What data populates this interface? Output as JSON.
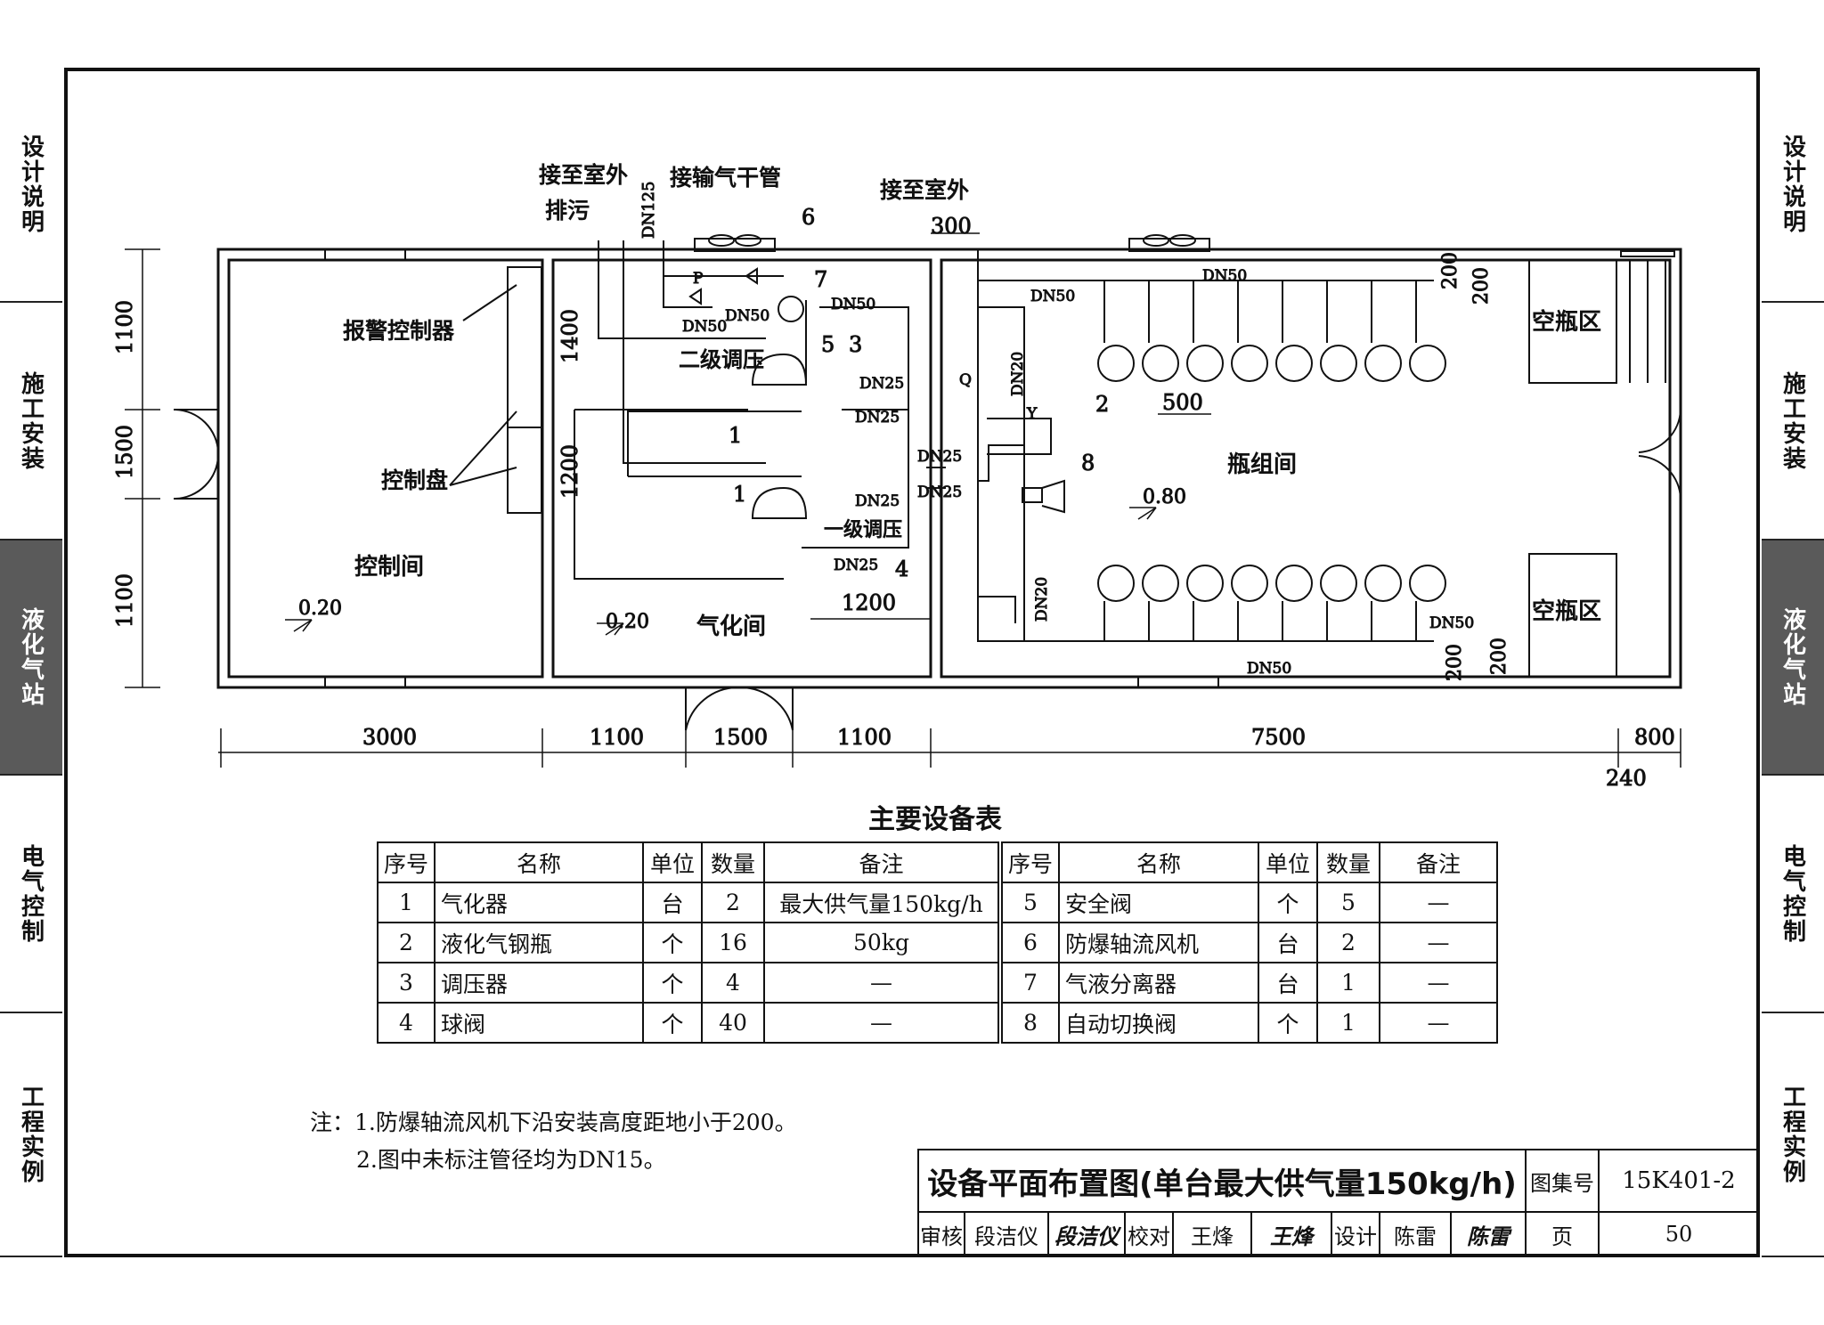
{
  "side_tabs": [
    "设计说明",
    "施工安装",
    "液化气站",
    "电气控制",
    "工程实例"
  ],
  "active_tab": "液化气站",
  "plan": {
    "rooms": {
      "control": "控制间",
      "vaporizer": "气化间",
      "cylinder": "瓶组间",
      "empty_top": "空瓶区",
      "empty_bottom": "空瓶区"
    },
    "levels": {
      "control": "0.20",
      "vaporizer": "0.20",
      "cylinder": "0.80"
    },
    "labels": {
      "to_outdoor_1": "接至室外",
      "sewage": "排污",
      "to_main": "接输气干管",
      "to_outdoor_2": "接至室外",
      "alarm_ctrl": "报警控制器",
      "ctrl_panel": "控制盘",
      "regulator2": "二级调压",
      "regulator1": "一级调压",
      "dn125": "DN125",
      "dn50": "DN50",
      "dn25": "DN25",
      "dn20": "DN20",
      "p": "P",
      "q": "Q",
      "y": "Y"
    },
    "callouts": [
      "1",
      "1",
      "2",
      "3",
      "4",
      "5",
      "6",
      "7",
      "8"
    ],
    "dims_bottom": [
      "3000",
      "1100",
      "1500",
      "1100",
      "7500",
      "800"
    ],
    "dim_240": "240",
    "dims_left": [
      "1100",
      "1500",
      "1100"
    ],
    "dims_inner": {
      "d1400": "1400",
      "d1200": "1200",
      "d1200h": "1200",
      "d300": "300",
      "d500": "500",
      "d200a": "200",
      "d200b": "200",
      "d200c": "200",
      "d200d": "200"
    }
  },
  "equipment": {
    "title": "主要设备表",
    "headers": [
      "序号",
      "名称",
      "单位",
      "数量",
      "备注"
    ],
    "rows": [
      [
        "1",
        "气化器",
        "台",
        "2",
        "最大供气量150kg/h",
        "5",
        "安全阀",
        "个",
        "5",
        "—"
      ],
      [
        "2",
        "液化气钢瓶",
        "个",
        "16",
        "50kg",
        "6",
        "防爆轴流风机",
        "台",
        "2",
        "—"
      ],
      [
        "3",
        "调压器",
        "个",
        "4",
        "—",
        "7",
        "气液分离器",
        "台",
        "1",
        "—"
      ],
      [
        "4",
        "球阀",
        "个",
        "40",
        "—",
        "8",
        "自动切换阀",
        "个",
        "1",
        "—"
      ]
    ]
  },
  "notes": [
    "注：1.防爆轴流风机下沿安装高度距地小于200。",
    "2.图中未标注管径均为DN15。"
  ],
  "title_block": {
    "title": "设备平面布置图(单台最大供气量150kg/h)",
    "atlas_label": "图集号",
    "atlas_no": "15K401-2",
    "review": "审核",
    "reviewer": "段洁仪",
    "reviewer_sig": "段洁仪",
    "check": "校对",
    "checker": "王烽",
    "checker_sig": "王烽",
    "design": "设计",
    "designer": "陈雷",
    "designer_sig": "陈雷",
    "page_label": "页",
    "page_no": "50"
  }
}
